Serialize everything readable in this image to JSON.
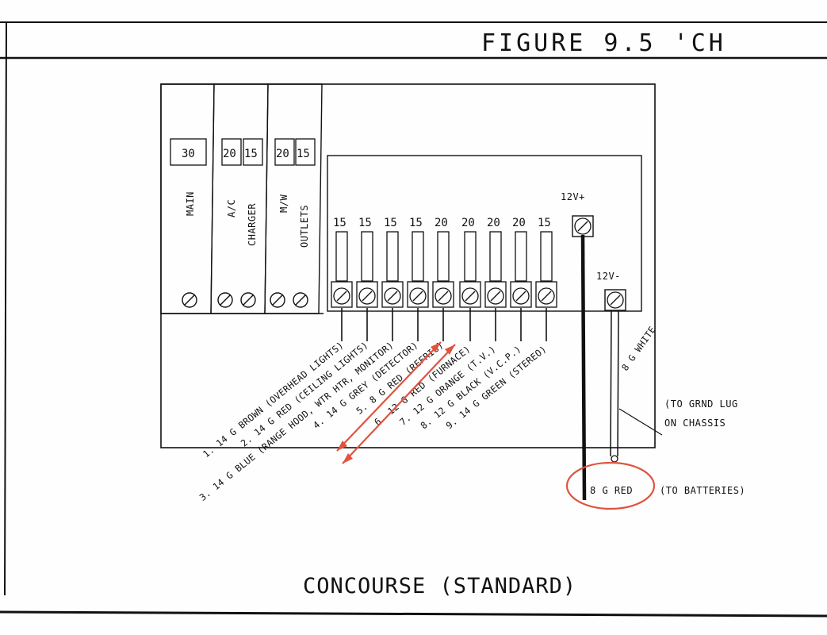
{
  "header": {
    "figure_title": "FIGURE 9.5  'CH"
  },
  "breaker_panel": {
    "main_amp": "30",
    "main_label": "MAIN",
    "ac_charger_amps": [
      "20",
      "15"
    ],
    "ac_charger_label": [
      "A/C",
      "CHARGER"
    ],
    "mw_outlets_amps": [
      "20",
      "15"
    ],
    "mw_outlets_label": [
      "M/W",
      "OUTLETS"
    ]
  },
  "fuse_panel": {
    "fuse_ratings": [
      "15",
      "15",
      "15",
      "15",
      "20",
      "20",
      "20",
      "20",
      "15"
    ],
    "pos_terminal": "12V+",
    "neg_terminal": "12V-"
  },
  "circuits": [
    "1. 14 G BROWN (OVERHEAD LIGHTS)",
    "2. 14 G RED (CEILING LIGHTS)",
    "3. 14 G BLUE (RANGE HOOD, WTR HTR, MONITOR)",
    "4. 14 G GREY (DETECTOR)",
    "5. 8 G RED (REFRIG)",
    "6. 12 G RED (FURNACE)",
    "7. 12 G ORANGE (T.V.)",
    "8. 12 G BLACK (V.C.P.)",
    "9. 14 G GREEN (STEREO)"
  ],
  "ground": {
    "wire_label": "8 G WHITE",
    "note_lines": [
      "(TO GRND LUG",
      "ON CHASSIS"
    ]
  },
  "battery": {
    "wire_label": "8 G RED",
    "note": "(TO BATTERIES)"
  },
  "caption": "CONCOURSE (STANDARD)",
  "colors": {
    "ink": "#111111",
    "annotation": "#e0533f",
    "paper": "#fefefe"
  }
}
